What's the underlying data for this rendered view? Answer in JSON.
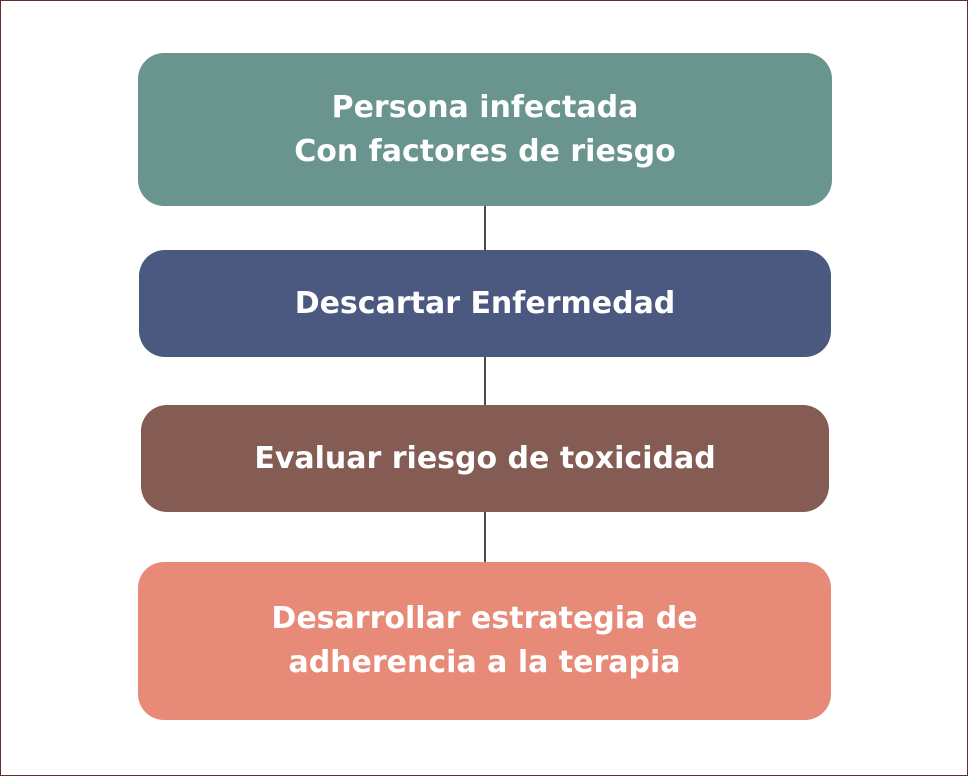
{
  "steps": [
    {
      "text": "Persona infectada\nCon factores de riesgo",
      "color": "#6a958f"
    },
    {
      "text": "Descartar Enfermedad",
      "color": "#4b5880"
    },
    {
      "text": "Evaluar riesgo de toxicidad",
      "color": "#845c54"
    },
    {
      "text": "Desarrollar estrategia de\nadherencia a la terapia",
      "color": "#e88a78"
    }
  ],
  "border_color": "#6b2a2a",
  "connector_color": "#4a4a4a"
}
